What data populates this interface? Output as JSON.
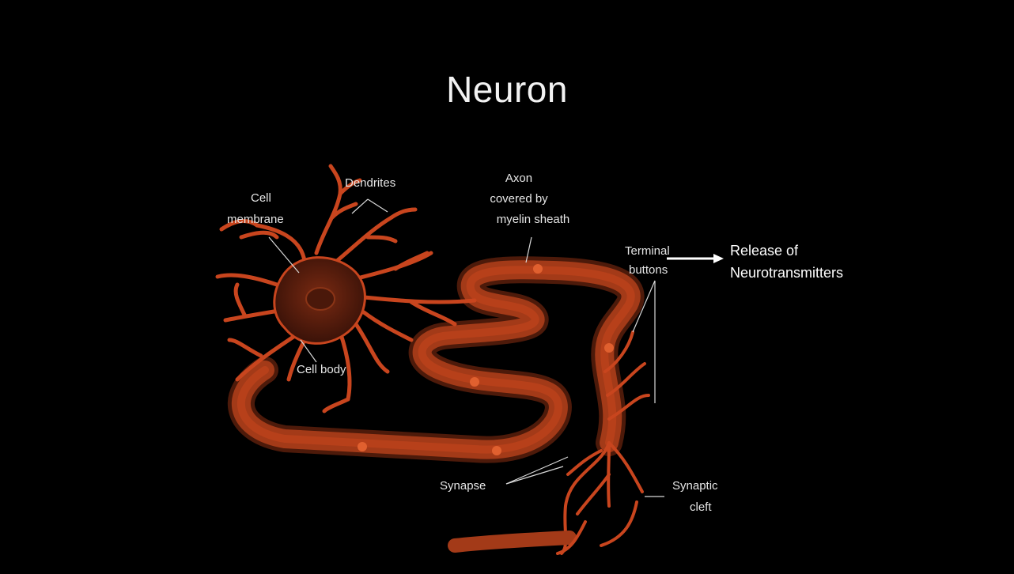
{
  "slide": {
    "title": "Neuron"
  },
  "diagram": {
    "labels": {
      "dendrites": "Dendrites",
      "cell_membrane_line1": "Cell",
      "cell_membrane_line2": "membrane",
      "axon_line1": "Axon",
      "axon_line2": "covered by",
      "axon_line3": "myelin sheath",
      "terminal_line1": "Terminal",
      "terminal_line2": "buttons",
      "cell_body": "Cell body",
      "synapse": "Synapse",
      "synaptic_line1": "Synaptic",
      "synaptic_line2": "cleft"
    },
    "annotation": {
      "line1": "Release of",
      "line2": "Neurotransmitters"
    },
    "colors": {
      "background": "#000000",
      "neuron": "#c8451e",
      "myelin": "#a33a18",
      "cell_body": "#6e2410",
      "leader_lines": "#d9d9d9"
    }
  }
}
